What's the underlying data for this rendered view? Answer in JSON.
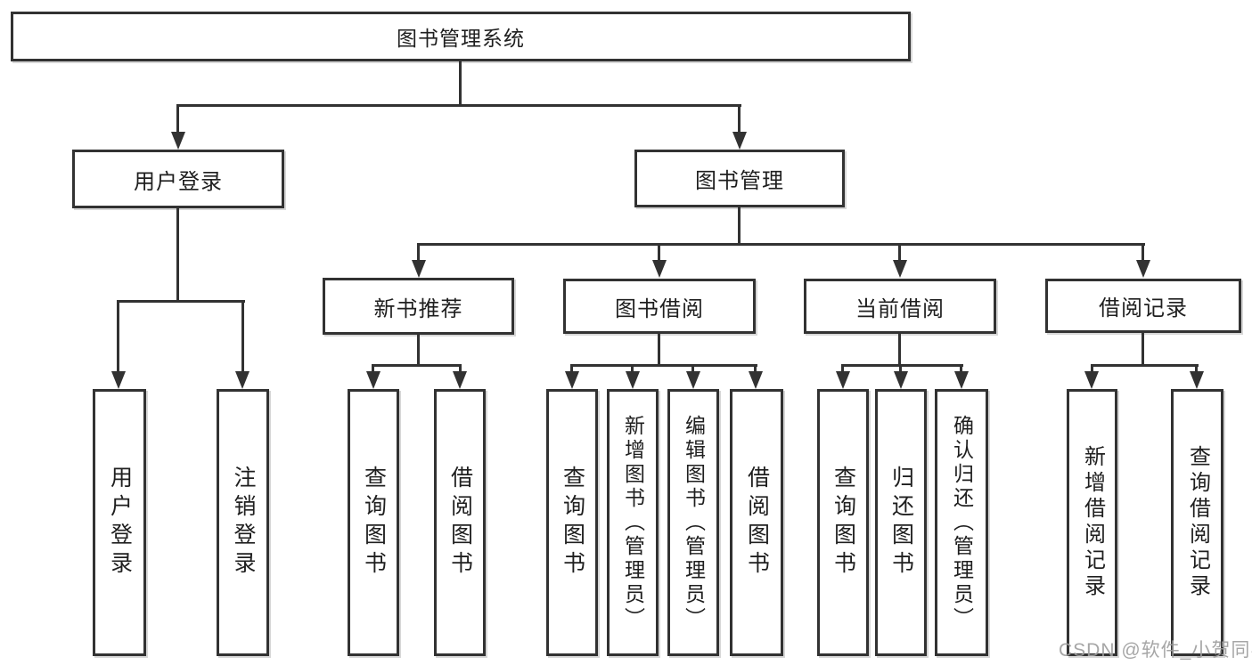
{
  "diagram": {
    "type": "org-tree",
    "line_color": "#323232",
    "box_background": "#ffffff",
    "watermark_color": "#9e9e9e",
    "root": "图书管理系统",
    "user_login": {
      "label": "用户登录",
      "children": [
        "用户登录",
        "注销登录"
      ]
    },
    "book_management": {
      "label": "图书管理",
      "sections": [
        {
          "label": "新书推荐",
          "children": [
            "查询图书",
            "借阅图书"
          ]
        },
        {
          "label": "图书借阅",
          "children": [
            "查询图书",
            "新增图书（管理员）",
            "编辑图书（管理员）",
            "借阅图书"
          ]
        },
        {
          "label": "当前借阅",
          "children": [
            "查询图书",
            "归还图书",
            "确认归还（管理员）"
          ]
        },
        {
          "label": "借阅记录",
          "children": [
            "新增借阅记录",
            "查询借阅记录"
          ]
        }
      ]
    },
    "watermark": "CSDN @软件_小贺同学"
  }
}
